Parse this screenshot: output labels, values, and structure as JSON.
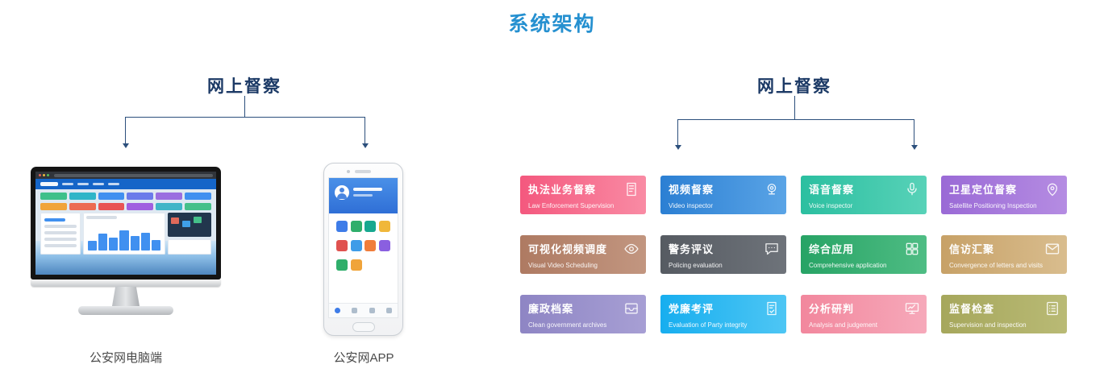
{
  "title": "系统架构",
  "colors": {
    "title_text": "#2590d0",
    "heading_text": "#1c3a66",
    "connector_line": "#2c4f7c"
  },
  "left_section": {
    "heading": "网上督察",
    "pc_label": "公安网电脑端",
    "app_label": "公安网APP"
  },
  "right_section": {
    "heading": "网上督察",
    "cards": [
      {
        "title": "执法业务督察",
        "subtitle": "Law Enforcement Supervision",
        "icon": "report-document-icon",
        "color_from": "#f4587e",
        "color_to": "#f98ba4"
      },
      {
        "title": "视频督察",
        "subtitle": "Video inspector",
        "icon": "webcam-icon",
        "color_from": "#2b7fd3",
        "color_to": "#5aa4e6"
      },
      {
        "title": "语音督察",
        "subtitle": "Voice inspector",
        "icon": "microphone-icon",
        "color_from": "#2bbfa0",
        "color_to": "#58d2b8"
      },
      {
        "title": "卫星定位督察",
        "subtitle": "Satellite Positioning Inspection",
        "icon": "location-pin-icon",
        "color_from": "#9a6ad6",
        "color_to": "#b58ce2"
      },
      {
        "title": "可视化视频调度",
        "subtitle": "Visual Video Scheduling",
        "icon": "eye-icon",
        "color_from": "#ae7a62",
        "color_to": "#c29680"
      },
      {
        "title": "警务评议",
        "subtitle": "Policing evaluation",
        "icon": "chat-bubble-icon",
        "color_from": "#565b62",
        "color_to": "#6e737a"
      },
      {
        "title": "综合应用",
        "subtitle": "Comprehensive application",
        "icon": "app-grid-icon",
        "color_from": "#27a365",
        "color_to": "#4fbd84"
      },
      {
        "title": "信访汇聚",
        "subtitle": "Convergence of letters and visits",
        "icon": "envelope-icon",
        "color_from": "#c7a167",
        "color_to": "#d9bd8e"
      },
      {
        "title": "廉政档案",
        "subtitle": "Clean government archives",
        "icon": "archive-inbox-icon",
        "color_from": "#8e85c4",
        "color_to": "#a79fd4"
      },
      {
        "title": "党廉考评",
        "subtitle": "Evaluation of Party integrity",
        "icon": "document-check-icon",
        "color_from": "#17aeef",
        "color_to": "#4ec6f4"
      },
      {
        "title": "分析研判",
        "subtitle": "Analysis and judgement",
        "icon": "chart-monitor-icon",
        "color_from": "#f2879d",
        "color_to": "#f6a9ba"
      },
      {
        "title": "监督检查",
        "subtitle": "Supervision and inspection",
        "icon": "checklist-icon",
        "color_from": "#a6a75c",
        "color_to": "#b9ba75"
      }
    ]
  }
}
